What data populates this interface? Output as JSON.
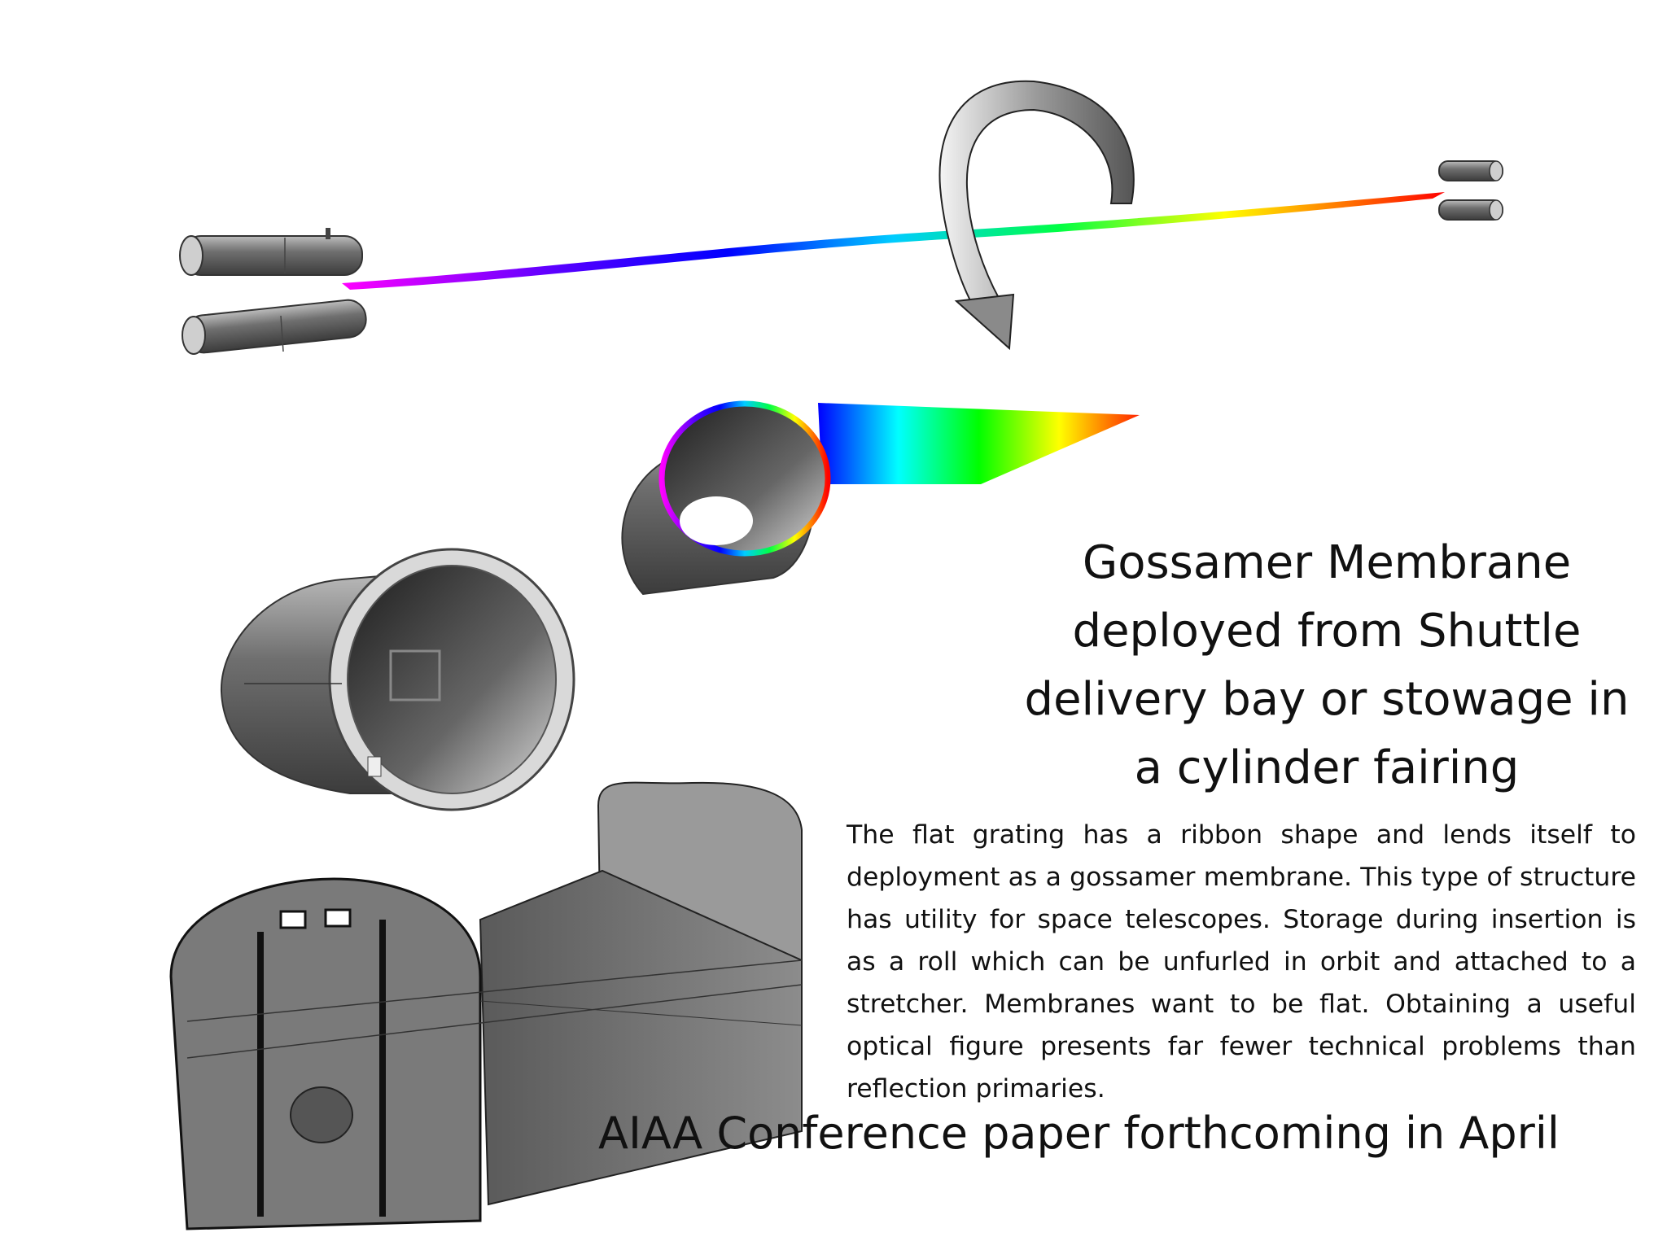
{
  "title": {
    "lines": [
      "Gossamer Membrane",
      "deployed from Shuttle",
      "delivery bay or stowage in",
      "a cylinder fairing"
    ]
  },
  "description": "The flat grating has a ribbon shape and lends itself to deployment as a gossamer membrane. This type of structure has utility for space telescopes. Storage during insertion is as a roll which can be unfurled in orbit and attached to a stretcher. Membranes want to be flat. Obtaining a useful optical figure presents far fewer technical problems than reflection primaries.",
  "footer": "AIAA Conference paper forthcoming in April",
  "colors": {
    "spectrum": [
      "#ff00ff",
      "#0000ff",
      "#00ffff",
      "#00ff00",
      "#ffff00",
      "#ff0000"
    ],
    "metal_dark": "#3a3a3a",
    "metal_mid": "#8a8a8a",
    "metal_light": "#dcdcdc"
  }
}
